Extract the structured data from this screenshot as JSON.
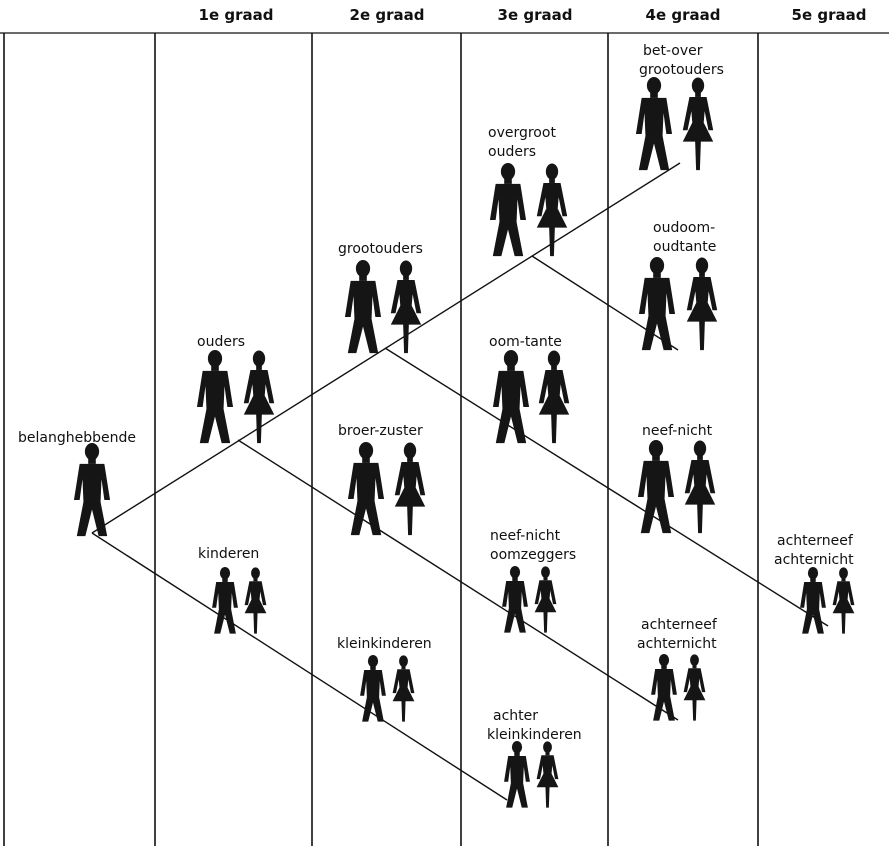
{
  "headers": [
    "1e graad",
    "2e graad",
    "3e graad",
    "4e graad",
    "5e graad"
  ],
  "labels": {
    "belanghebbende": [
      "belanghebbende"
    ],
    "ouders": [
      "ouders"
    ],
    "kinderen": [
      "kinderen"
    ],
    "grootouders": [
      "grootouders"
    ],
    "broer_zuster": [
      "broer-zuster"
    ],
    "kleinkinderen": [
      "kleinkinderen"
    ],
    "overgrootouders": [
      "overgroot",
      "ouders"
    ],
    "oom_tante": [
      "oom-tante"
    ],
    "neef_nicht_oomzeggers": [
      "neef-nicht",
      "oomzeggers"
    ],
    "achterkleinkinderen": [
      "achter",
      "kleinkinderen"
    ],
    "betovergrootouders": [
      "bet-over",
      "grootouders"
    ],
    "oudoom_oudtante": [
      "oudoom-",
      "oudtante"
    ],
    "neef_nicht_4e": [
      "neef-nicht"
    ],
    "achterneef_achternicht_4e": [
      "achterneef",
      "achternicht"
    ],
    "achterneef_achternicht_5e": [
      "achterneef",
      "achternicht"
    ]
  }
}
